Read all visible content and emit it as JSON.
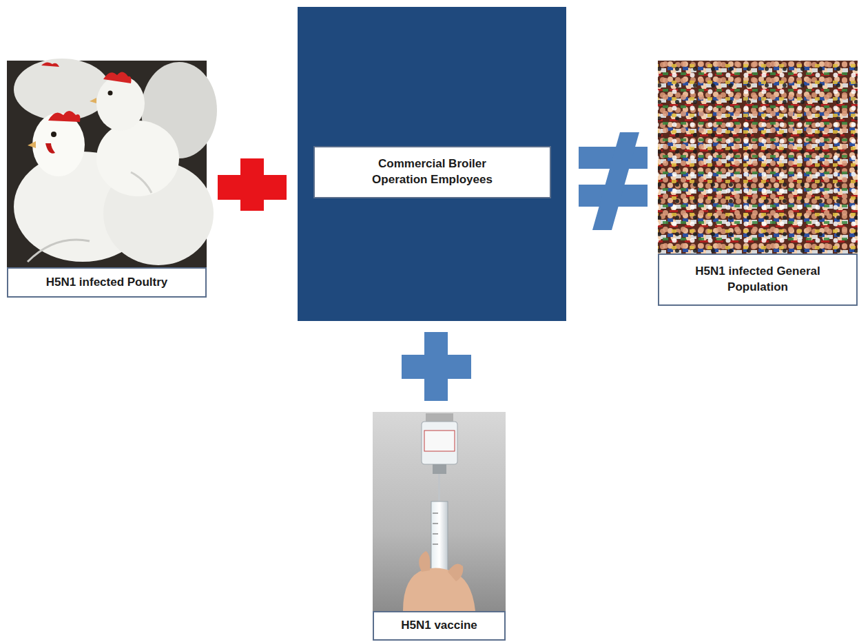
{
  "diagram": {
    "nodes": [
      {
        "text": [
          "H5N1 infected Poultry"
        ]
      },
      {
        "text": [
          "Commercial Broiler Operation Employees"
        ]
      },
      {
        "text": [
          "H5N1 infected General Population"
        ]
      },
      {
        "text": [
          "H5N1 vaccine"
        ]
      }
    ]
  }
}
